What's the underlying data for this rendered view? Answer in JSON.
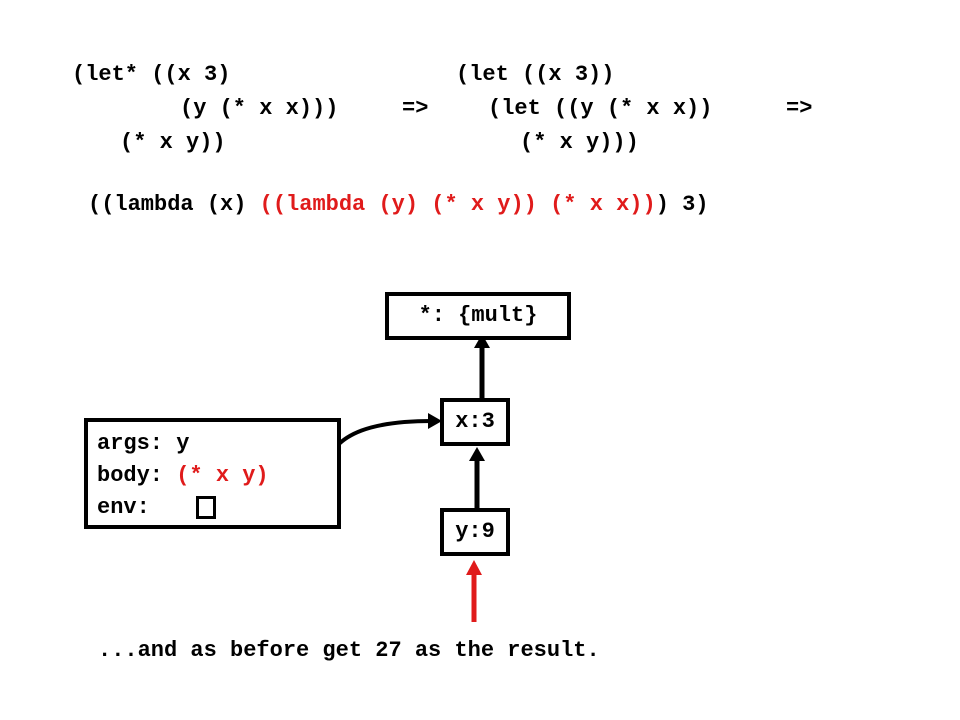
{
  "code": {
    "let_star": {
      "line1": "(let* ((x 3)",
      "line2": "(y (* x x)))",
      "line3": "(* x y))"
    },
    "arrow1": "=>",
    "nested_let": {
      "line1": "(let ((x 3))",
      "line2": "(let ((y (* x x))",
      "line3": "(* x y)))"
    },
    "arrow2": "=>",
    "lambda_expr": {
      "part_outer_head": "((lambda (x) ",
      "part_inner": "((lambda (y) (* x y)) (* x x))",
      "part_outer_tail": ") 3)"
    }
  },
  "diagram": {
    "global_frame": "*: {mult}",
    "frame_x": "x:3",
    "frame_y": "y:9",
    "closure": {
      "args_label": "args: y",
      "body_label": "body: ",
      "body_value": "(* x y)",
      "env_label": "env:"
    }
  },
  "caption": "...and as before get 27 as the result.",
  "colors": {
    "text": "#000000",
    "highlight": "#e01b1b",
    "background": "#ffffff"
  }
}
